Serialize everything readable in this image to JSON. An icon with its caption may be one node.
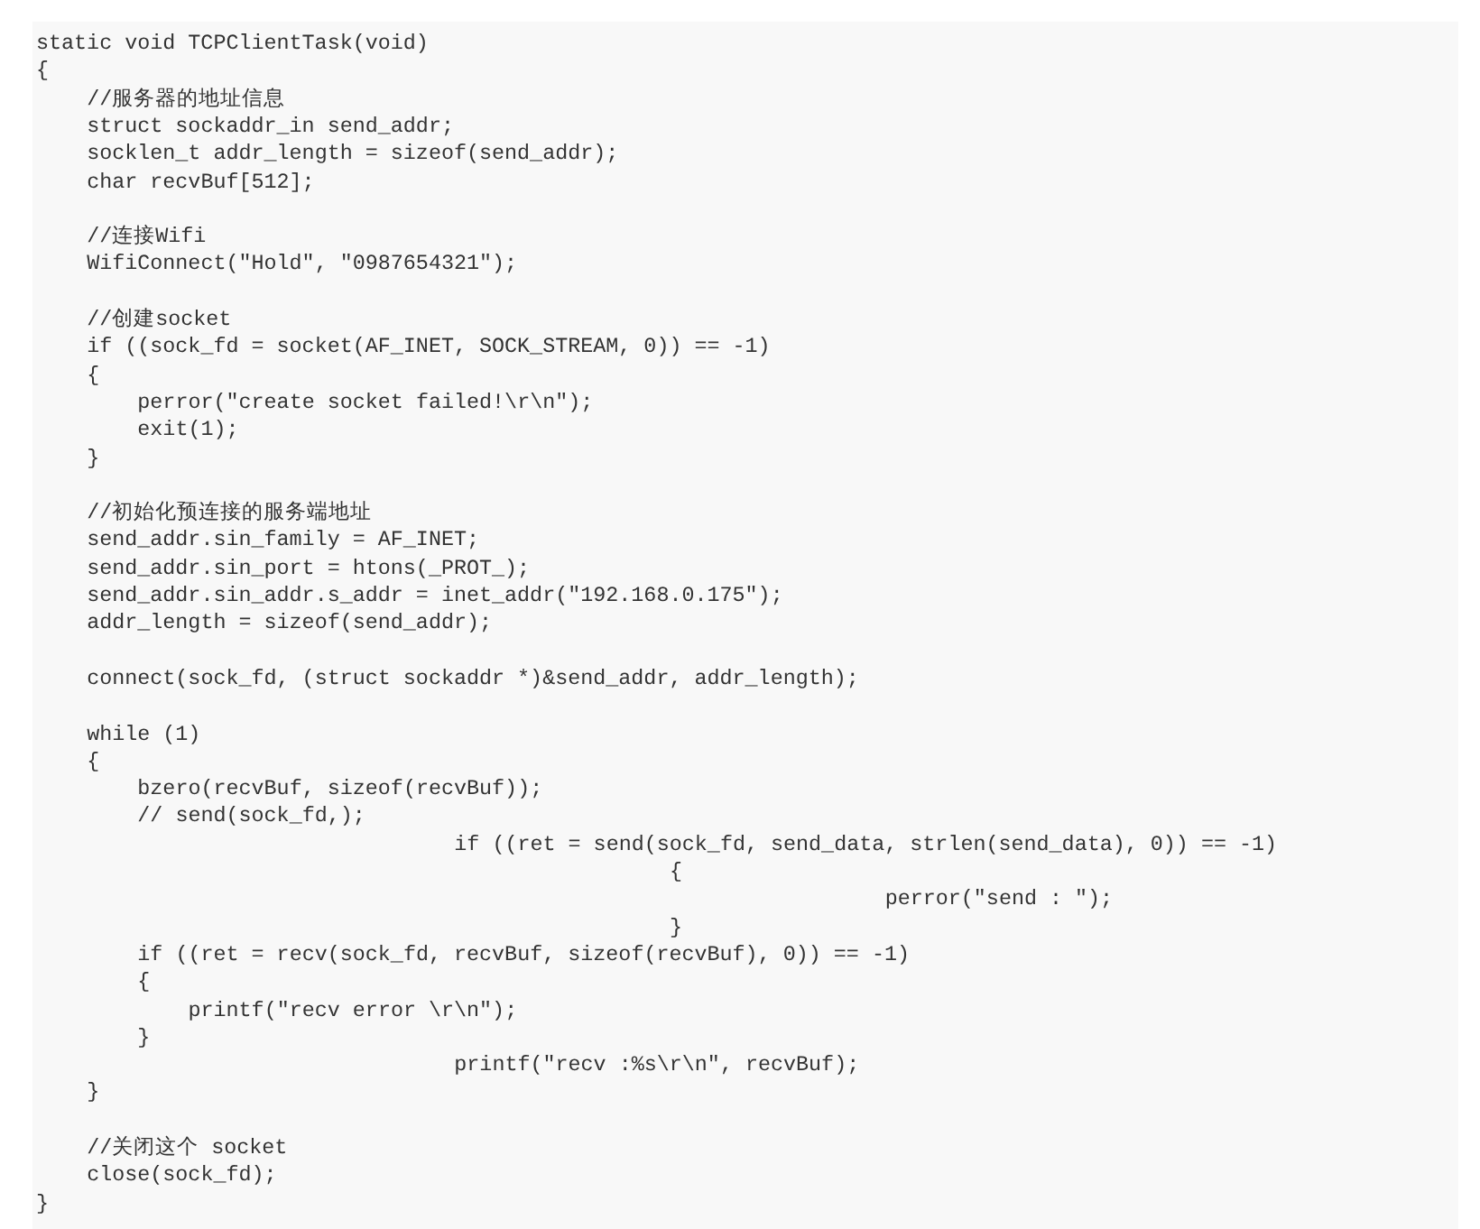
{
  "diagram": {
    "labels": [
      "static void TCPClientTask(void)",
      "{",
      "//服务器的地址信息",
      "struct sockaddr_in send_addr;",
      "socklen_t addr_length = sizeof(send_addr);",
      "char recvBuf[512];",
      "//连接Wifi",
      "WifiConnect(\"Hold\", \"0987654321\");",
      "//创建socket",
      "if ((sock_fd = socket(AF_INET, SOCK_STREAM, 0)) == -1)",
      "{",
      "perror(\"create socket failed!\\r\\n\");",
      "exit(1);",
      "}",
      "//初始化预连接的服务端地址",
      "send_addr.sin_family = AF_INET;",
      "send_addr.sin_port = htons(_PROT_);",
      "send_addr.sin_addr.s_addr = inet_addr(\"192.168.0.175\");",
      "addr_length = sizeof(send_addr);",
      "connect(sock_fd, (struct sockaddr *)&send_addr, addr_length);",
      "while (1)",
      "{",
      "bzero(recvBuf, sizeof(recvBuf));",
      "// send(sock_fd,);",
      "if ((ret = send(sock_fd, send_data, strlen(send_data), 0)) == -1)",
      "{",
      "perror(\"send : \");",
      "}",
      "if ((ret = recv(sock_fd, recvBuf, sizeof(recvBuf), 0)) == -1)",
      "{",
      "printf(\"recv error \\r\\n\");",
      "}",
      "printf(\"recv :%s\\r\\n\", recvBuf);",
      "}",
      "//关闭这个 socket",
      "close(sock_fd);",
      "}"
    ]
  }
}
